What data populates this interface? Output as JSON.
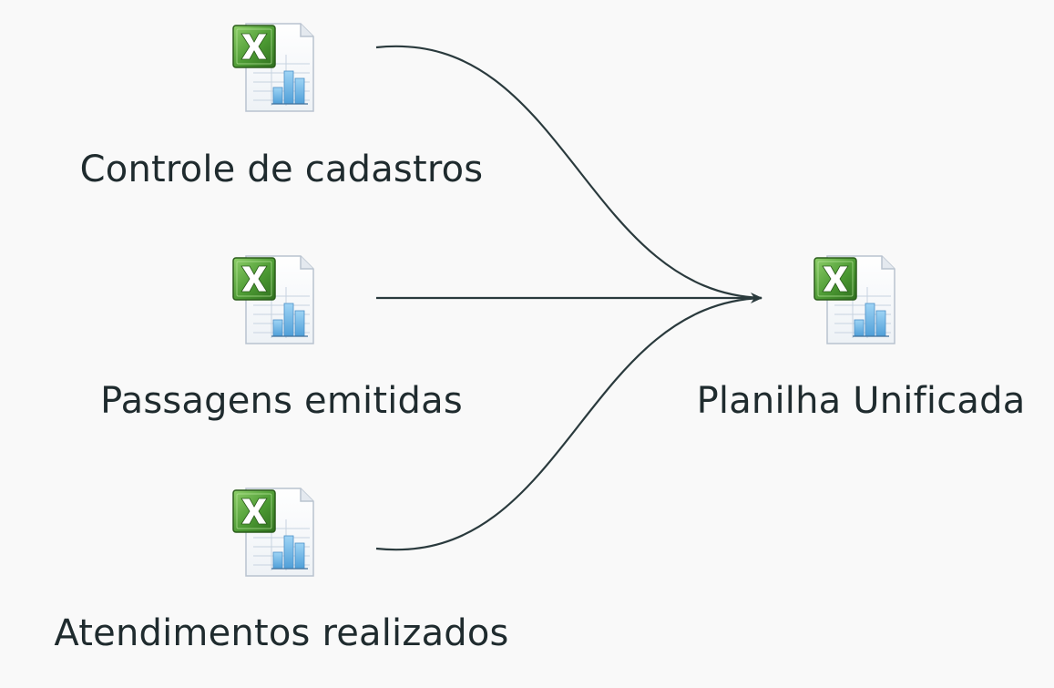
{
  "sources": [
    {
      "label": "Controle de cadastros",
      "icon": "excel-file-icon"
    },
    {
      "label": "Passagens emitidas",
      "icon": "excel-file-icon"
    },
    {
      "label": "Atendimentos realizados",
      "icon": "excel-file-icon"
    }
  ],
  "target": {
    "label": "Planilha Unificada",
    "icon": "excel-file-icon"
  },
  "colors": {
    "background": "#f9f9f9",
    "text": "#1f2b2e",
    "connector": "#2a3a3d",
    "excel_green": "#3f8a2c",
    "chart_blue": "#5ba7dc"
  }
}
